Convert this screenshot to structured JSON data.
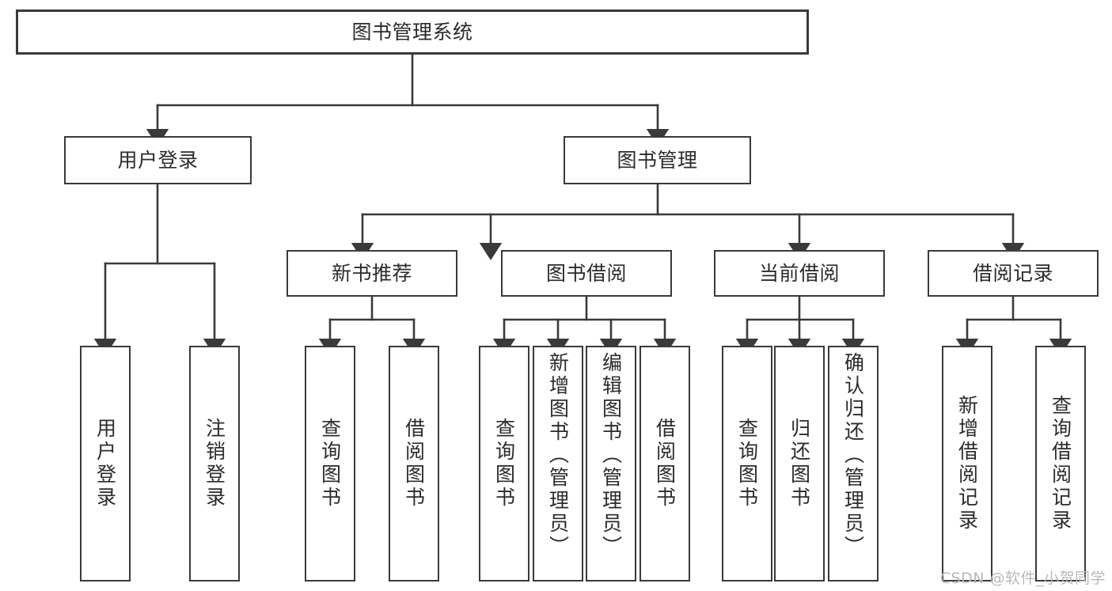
{
  "diagram": {
    "title": "图书管理系统",
    "type": "hierarchy-tree",
    "stroke_color": "#3a3a3a",
    "text_color": "#2b2b2b",
    "background_color": "#ffffff",
    "root": {
      "label": "图书管理系统"
    },
    "level2": [
      {
        "label": "用户登录"
      },
      {
        "label": "图书管理"
      }
    ],
    "level3": [
      {
        "label": "新书推荐"
      },
      {
        "label": "图书借阅"
      },
      {
        "label": "当前借阅"
      },
      {
        "label": "借阅记录"
      }
    ],
    "leaves_user_login": [
      {
        "label": "用户登录"
      },
      {
        "label": "注销登录"
      }
    ],
    "leaves_new_book": [
      {
        "label": "查询图书"
      },
      {
        "label": "借阅图书"
      }
    ],
    "leaves_borrow": [
      {
        "label": "查询图书"
      },
      {
        "label": "新增图书（管理员）"
      },
      {
        "label": "编辑图书（管理员）"
      },
      {
        "label": "借阅图书"
      }
    ],
    "leaves_current": [
      {
        "label": "查询图书"
      },
      {
        "label": "归还图书"
      },
      {
        "label": "确认归还（管理员）"
      }
    ],
    "leaves_record": [
      {
        "label": "新增借阅记录"
      },
      {
        "label": "查询借阅记录"
      }
    ]
  },
  "watermark": {
    "text": "CSDN @软件_小贺同学",
    "color": "#b9b9b9"
  }
}
